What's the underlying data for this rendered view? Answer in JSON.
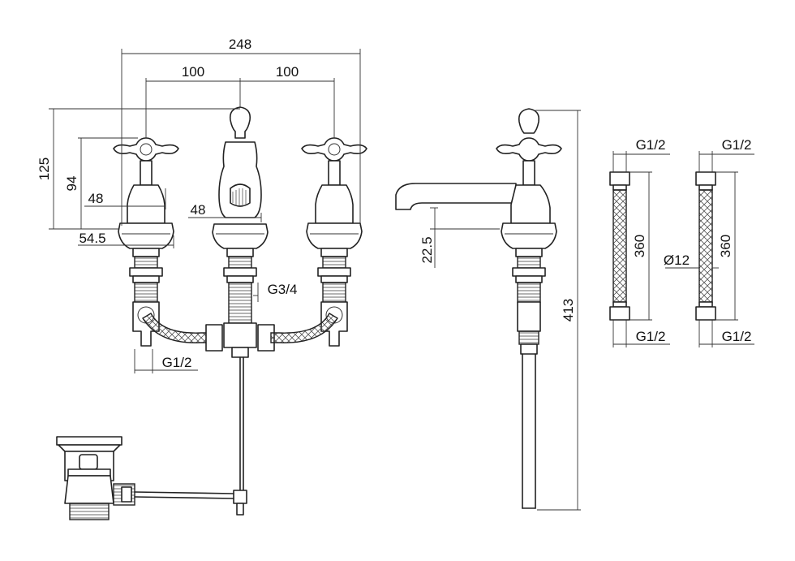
{
  "dimensions": {
    "overall_width": "248",
    "center_left": "100",
    "center_right": "100",
    "height_total": "125",
    "height_handle": "94",
    "handle_depth_left": "48",
    "spout_depth": "48",
    "base_width": "54.5",
    "centre_thread": "G3/4",
    "inlet_thread": "G1/2",
    "spout_height": "22.5",
    "overall_height": "413",
    "hose_a_top": "G1/2",
    "hose_a_length": "360",
    "hose_a_bottom": "G1/2",
    "hose_b_top": "G1/2",
    "hose_b_diameter": "Ø12",
    "hose_b_length": "360",
    "hose_b_bottom": "G1/2"
  }
}
